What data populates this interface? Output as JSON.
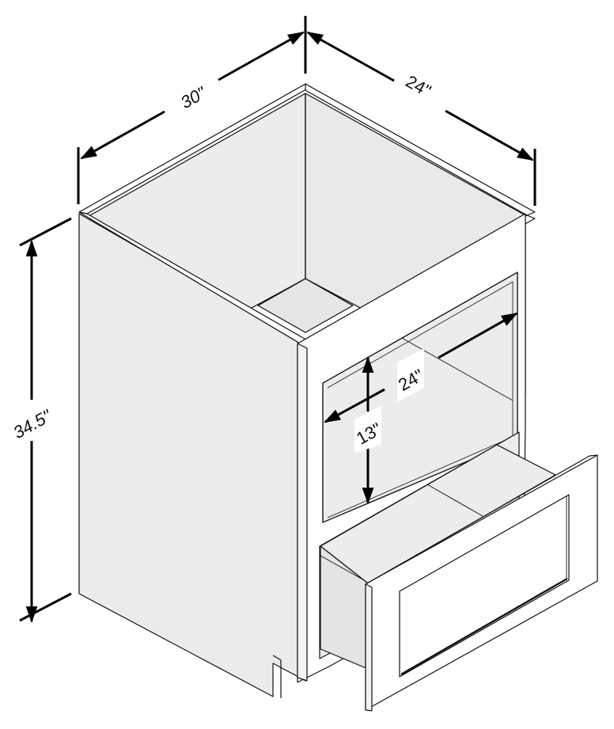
{
  "diagram": {
    "subject": "Base cabinet with open microwave shelf and pull-out drawer",
    "colors": {
      "panel_fill": "#ececec",
      "frame_fill": "#ffffff",
      "line": "#111111",
      "dimension_line": "#000000"
    },
    "dimensions": {
      "width": "30\"",
      "depth": "24\"",
      "height": "34.5\"",
      "opening_width": "24\"",
      "opening_height": "13\""
    }
  }
}
